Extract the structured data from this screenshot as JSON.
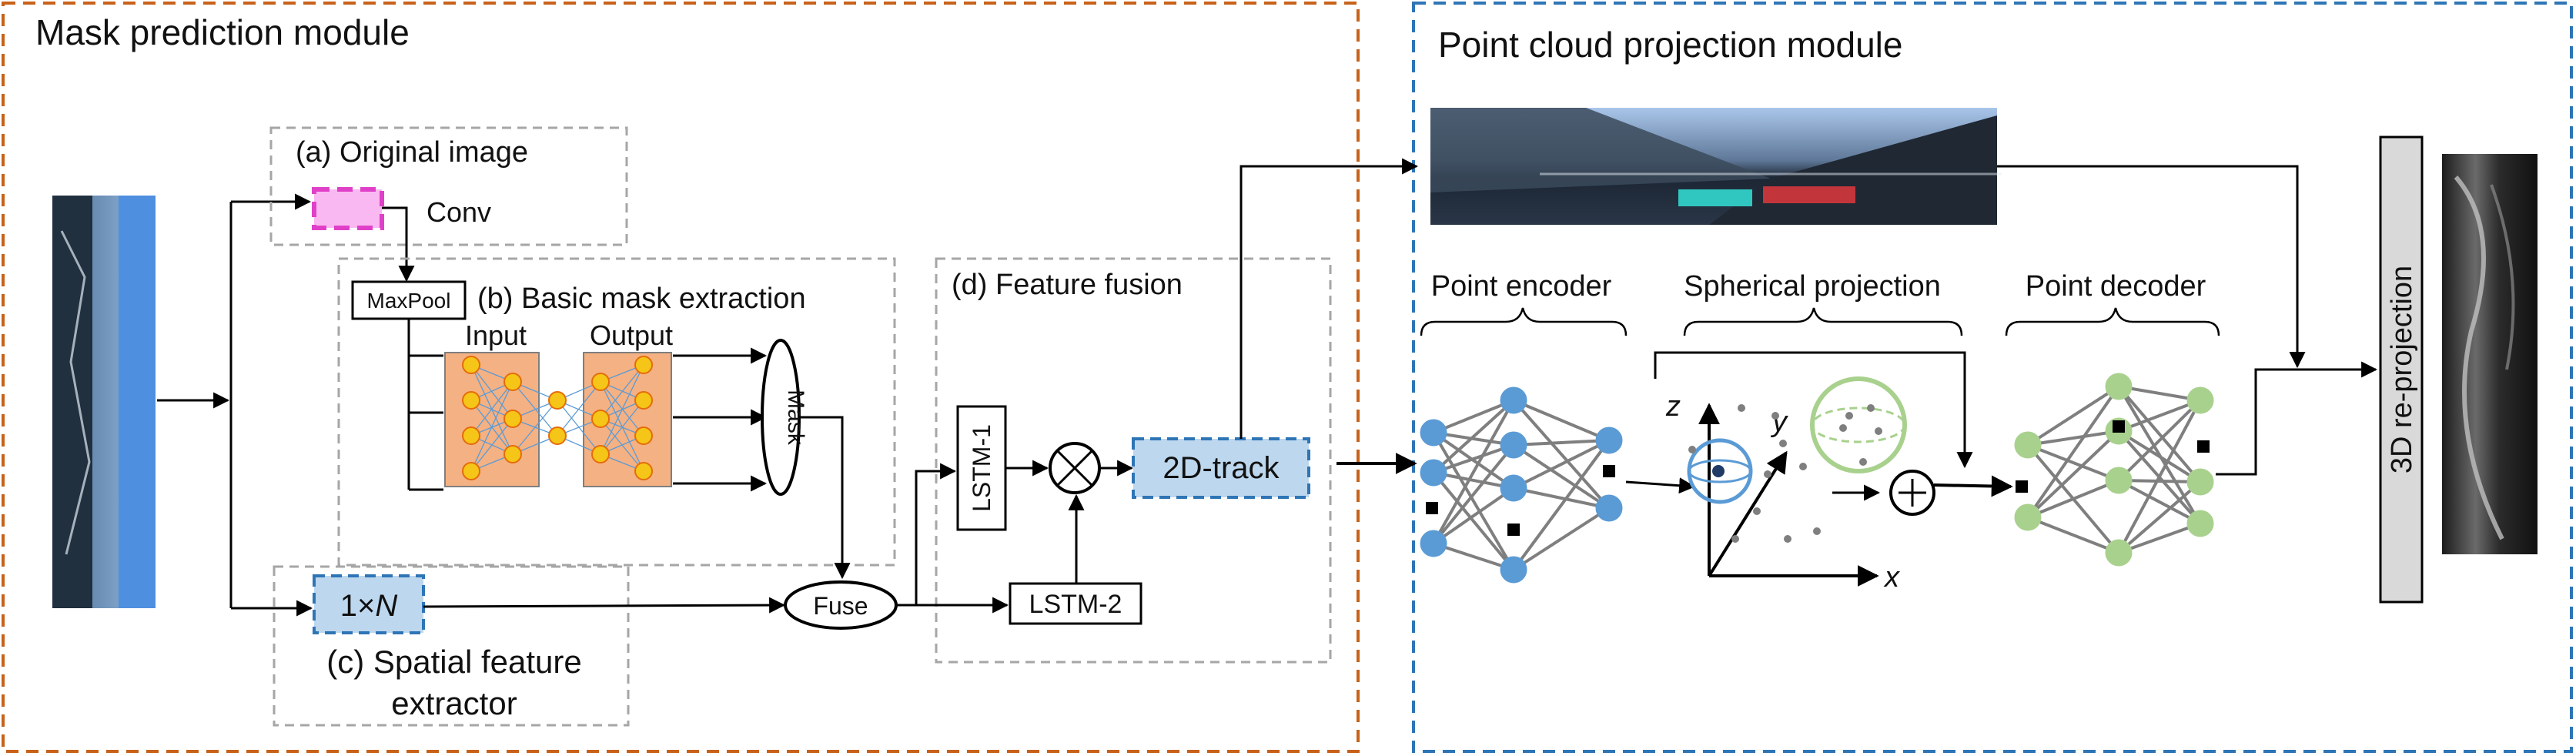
{
  "modules": {
    "mask_prediction": {
      "title": "Mask prediction module"
    },
    "point_cloud": {
      "title": "Point cloud projection module"
    }
  },
  "blocks": {
    "original_image": {
      "label": "(a) Original image",
      "conv": "Conv"
    },
    "basic_mask": {
      "label": "(b) Basic mask extraction",
      "maxpool": "MaxPool",
      "input": "Input",
      "output": "Output",
      "mask": "Mask"
    },
    "spatial": {
      "box_prefix": "1×",
      "box_var": "N",
      "label_line1": "(c) Spatial feature",
      "label_line2": "extractor"
    },
    "fusion": {
      "label": "(d) Feature fusion",
      "lstm1": "LSTM-1",
      "lstm2": "LSTM-2",
      "fuse": "Fuse",
      "track": "2D-track"
    }
  },
  "point_cloud_parts": {
    "encoder": "Point encoder",
    "spherical": "Spherical projection",
    "decoder": "Point decoder",
    "axis_x": "x",
    "axis_y": "y",
    "axis_z": "z",
    "reprojection": "3D re-projection"
  },
  "colors": {
    "mask_border": "#C8621A",
    "pc_border": "#2E75B6",
    "gray_dash": "#A6A6A6",
    "encoder_node": "#5B9BD5",
    "decoder_node": "#A9D18E",
    "nn_fill": "#F4B183",
    "nn_node": "#F5C518",
    "box_fill": "#BDD7EE",
    "conv_fill": "#F9B8F1",
    "conv_border": "#E040C8"
  }
}
